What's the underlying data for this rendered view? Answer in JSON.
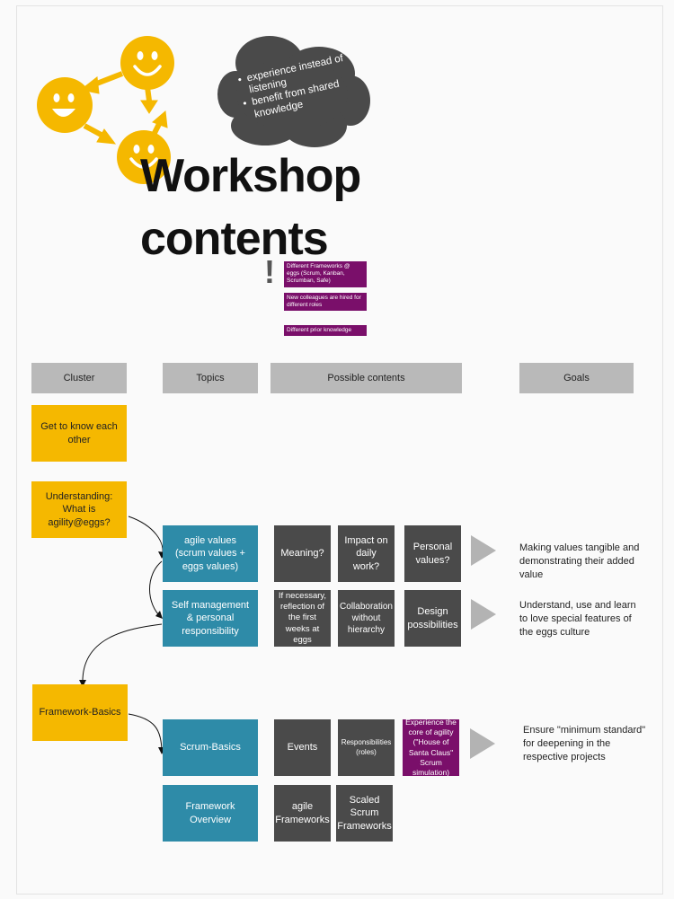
{
  "title": {
    "line1": "Workshop",
    "line2": "contents"
  },
  "cloud": {
    "bullets": [
      "experience instead of listening",
      "benefit from shared knowledge"
    ]
  },
  "exclamation": "!",
  "notes": [
    "Different  Frameworks @ eggs (Scrum, Kanban, Scrumban, Safe)",
    "New colleagues are hired for different roles",
    "Different prior knowledge"
  ],
  "headers": {
    "cluster": "Cluster",
    "topics": "Topics",
    "contents": "Possible contents",
    "goals": "Goals"
  },
  "clusters": [
    "Get to know each other",
    "Understanding: What is agility@eggs?",
    "Framework-Basics"
  ],
  "topics": [
    "agile values (scrum values + eggs values)",
    "Self management & personal responsibility",
    "Scrum-Basics",
    "Framework Overview"
  ],
  "contents": {
    "row1": [
      "Meaning?",
      "Impact on daily work?",
      "Personal values?"
    ],
    "row2": [
      "If necessary, reflection of the first weeks at eggs",
      "Collaboration without hierarchy",
      "Design possibilities"
    ],
    "row3": [
      "Events",
      "Responsibilities (roles)",
      "Experience the core of agility (\"House of Santa Claus\" Scrum simulation)"
    ],
    "row4": [
      "agile Frameworks",
      "Scaled Scrum Frameworks"
    ]
  },
  "goals": [
    "Making values tangible and demonstrating their added value",
    "Understand, use and learn to love special features of the eggs culture",
    "Ensure \"minimum standard\" for deepening in the respective projects"
  ],
  "colors": {
    "header_gray": "#b9b9b9",
    "cluster_yellow": "#f5b800",
    "topic_teal": "#2e8ba8",
    "content_dark": "#4a4a4a",
    "highlight_plum": "#7a0f6a",
    "smiley_yellow": "#f5b800",
    "cloud_dark": "#4a4a4a"
  }
}
